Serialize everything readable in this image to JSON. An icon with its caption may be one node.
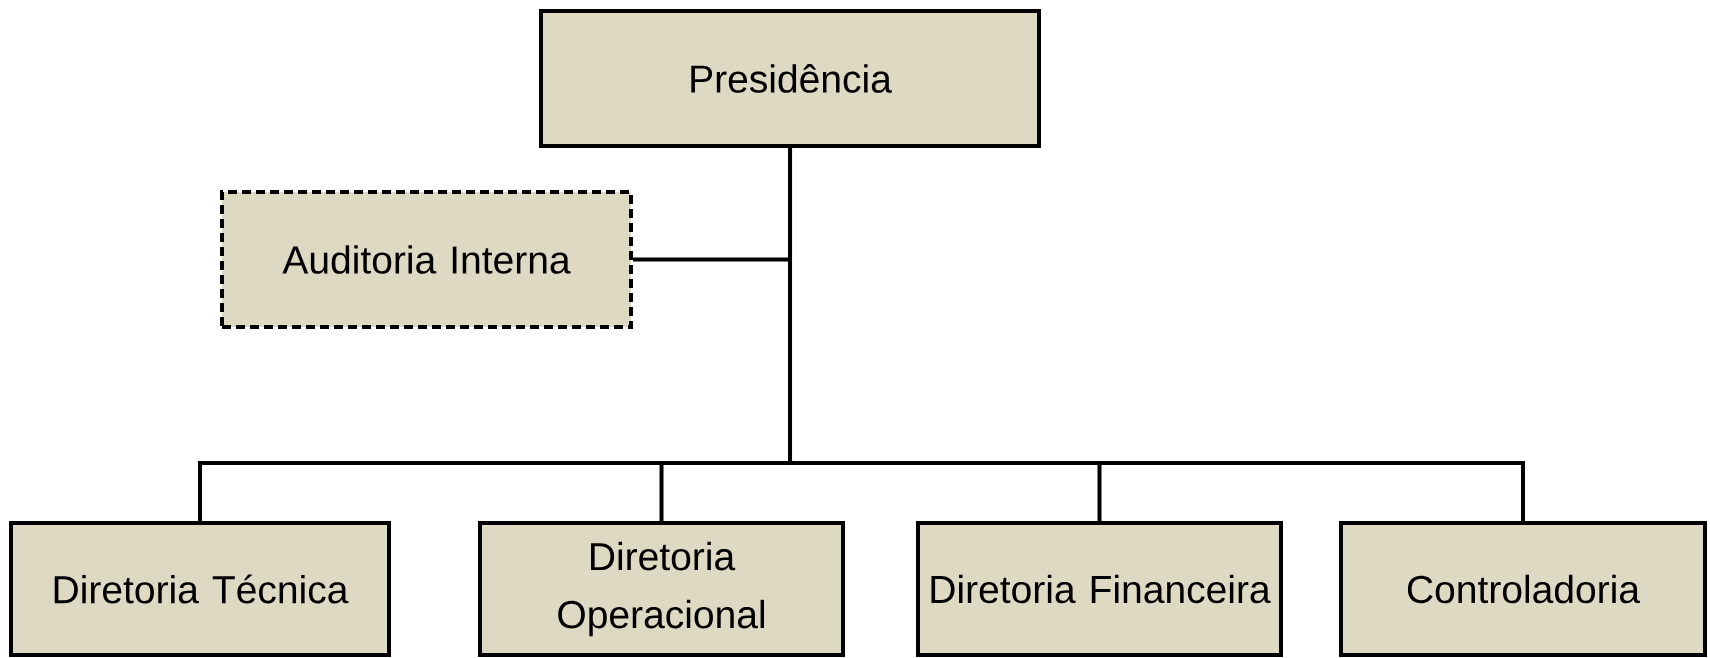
{
  "diagram": {
    "nodes": [
      {
        "text": [
          "Presidência"
        ]
      },
      {
        "text": [
          "Auditoria Interna"
        ]
      },
      {
        "text": [
          "Diretoria Técnica"
        ]
      },
      {
        "text": [
          "Diretoria Operacional"
        ]
      },
      {
        "text": [
          "Diretoria Financeira"
        ]
      },
      {
        "text": [
          "Controladoria"
        ]
      }
    ],
    "edges": [
      {
        "from": 0,
        "to": 1,
        "arrow": "none"
      },
      {
        "from": 0,
        "to": 2,
        "arrow": "none"
      },
      {
        "from": 0,
        "to": 3,
        "arrow": "none"
      },
      {
        "from": 0,
        "to": 4,
        "arrow": "none"
      },
      {
        "from": 0,
        "to": 5,
        "arrow": "none"
      }
    ]
  }
}
